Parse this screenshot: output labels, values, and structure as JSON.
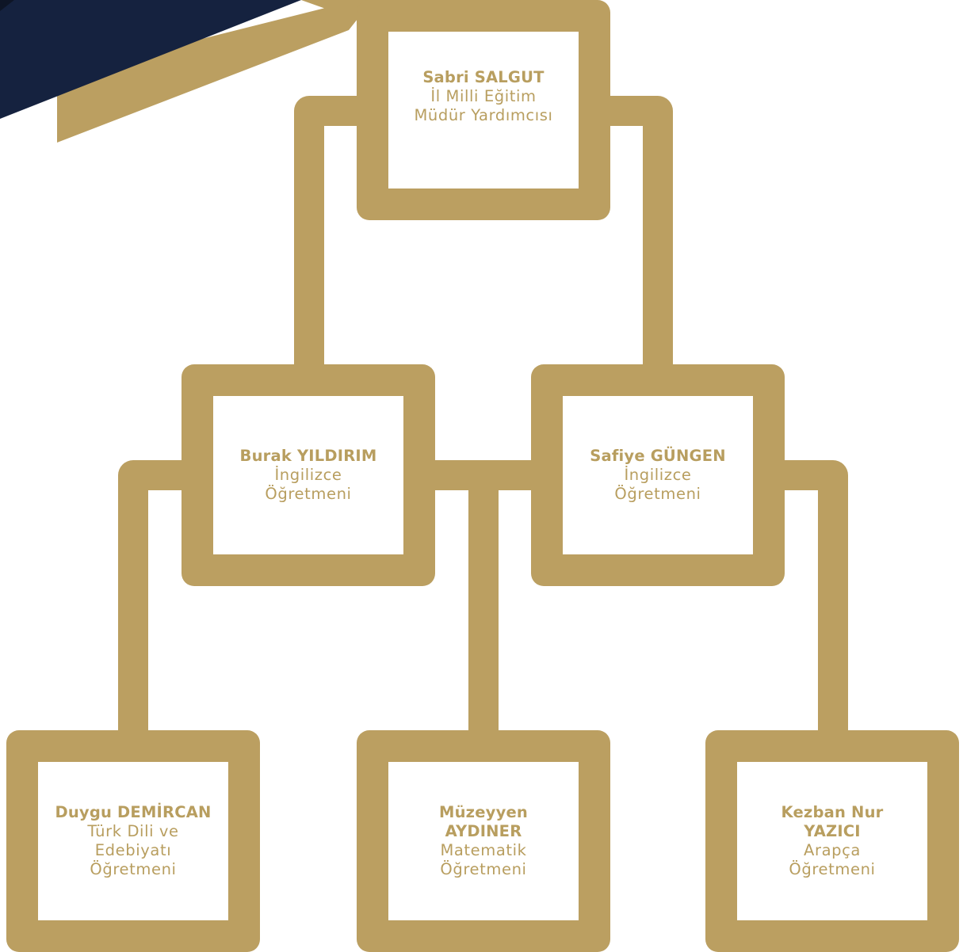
{
  "colors": {
    "gold": "#bb9f61",
    "gold_text": "#b89e5f",
    "navy": "#15223f",
    "navy_edge": "#0e1526",
    "white": "#ffffff"
  },
  "chart": {
    "people": [
      {
        "id": "sabri",
        "name": "Sabri SALGUT",
        "title": "İl Milli Eğitim Müdür Yardımcısı",
        "name_lines": [
          "Sabri SALGUT"
        ],
        "title_lines": [
          "İl Milli Eğitim",
          "Müdür Yardımcısı"
        ]
      },
      {
        "id": "burak",
        "name": "Burak YILDIRIM",
        "title": "İngilizce Öğretmeni",
        "name_lines": [
          "Burak YILDIRIM"
        ],
        "title_lines": [
          "İngilizce",
          "Öğretmeni"
        ]
      },
      {
        "id": "safiye",
        "name": "Safiye GÜNGEN",
        "title": "İngilizce Öğretmeni",
        "name_lines": [
          "Safiye GÜNGEN"
        ],
        "title_lines": [
          "İngilizce",
          "Öğretmeni"
        ]
      },
      {
        "id": "duygu",
        "name": "Duygu DEMİRCAN",
        "title": "Türk Dili ve Edebiyatı Öğretmeni",
        "name_lines": [
          "Duygu DEMİRCAN"
        ],
        "title_lines": [
          "Türk Dili ve",
          "Edebiyatı",
          "Öğretmeni"
        ]
      },
      {
        "id": "muzeyyen",
        "name": "Müzeyyen AYDINER",
        "title": "Matematik Öğretmeni",
        "name_lines": [
          "Müzeyyen",
          "AYDINER"
        ],
        "title_lines": [
          "Matematik",
          "Öğretmeni"
        ]
      },
      {
        "id": "kezban",
        "name": "Kezban Nur YAZICI",
        "title": "Arapça Öğretmeni",
        "name_lines": [
          "Kezban Nur",
          "YAZICI"
        ],
        "title_lines": [
          "Arapça",
          "Öğretmeni"
        ]
      }
    ],
    "edges": [
      {
        "from": "sabri",
        "to": "burak"
      },
      {
        "from": "sabri",
        "to": "safiye"
      },
      {
        "from": "burak",
        "to": "safiye"
      },
      {
        "from": "burak",
        "to": "duygu"
      },
      {
        "from": "safiye",
        "to": "muzeyyen"
      },
      {
        "from": "safiye",
        "to": "kezban"
      }
    ]
  }
}
